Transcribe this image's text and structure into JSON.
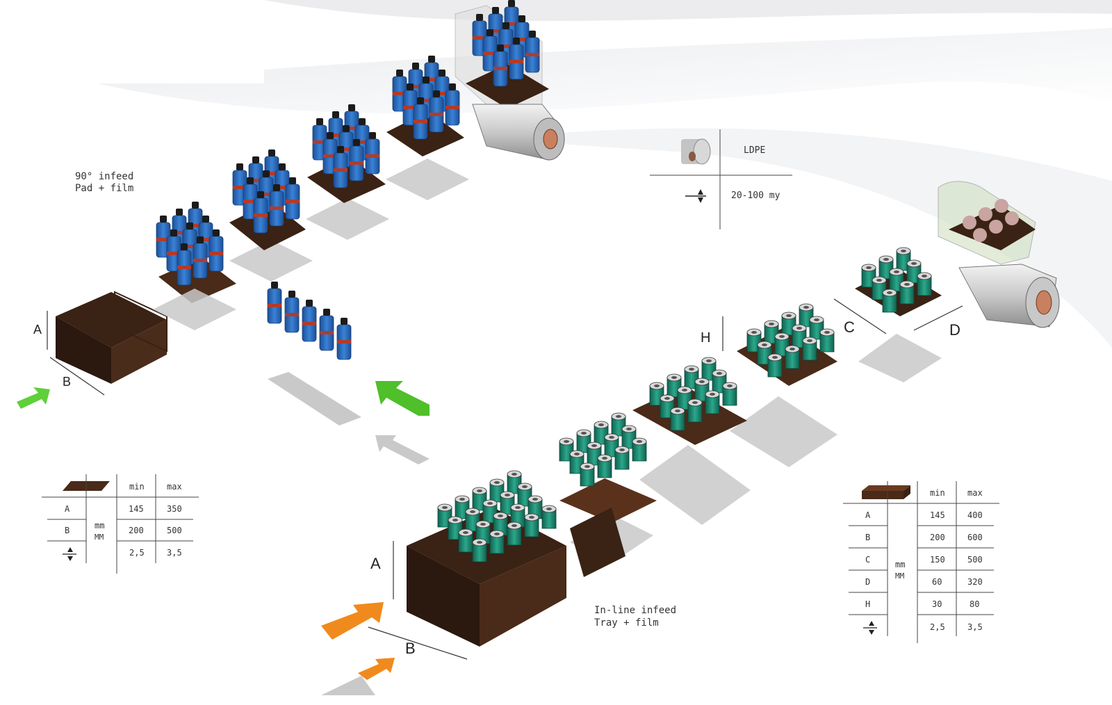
{
  "infeed_90": {
    "title_line1": "90° infeed",
    "title_line2": "Pad + film",
    "dim_a": "A",
    "dim_b": "B"
  },
  "infeed_inline": {
    "title_line1": "In-line infeed",
    "title_line2": "Tray + film",
    "dim_a": "A",
    "dim_b": "B",
    "dim_c": "C",
    "dim_d": "D",
    "dim_h": "H"
  },
  "film_spec": {
    "material": "LDPE",
    "thickness": "20-100 my"
  },
  "pad_table": {
    "headers": [
      "min",
      "max"
    ],
    "unit_line1": "mm",
    "unit_line2": "MM",
    "rows": [
      {
        "label": "A",
        "min": "145",
        "max": "350"
      },
      {
        "label": "B",
        "min": "200",
        "max": "500"
      },
      {
        "label": "",
        "min": "2,5",
        "max": "3,5"
      }
    ]
  },
  "tray_table": {
    "headers": [
      "min",
      "max"
    ],
    "unit_line1": "mm",
    "unit_line2": "MM",
    "rows": [
      {
        "label": "A",
        "min": "145",
        "max": "400"
      },
      {
        "label": "B",
        "min": "200",
        "max": "600"
      },
      {
        "label": "C",
        "min": "150",
        "max": "500"
      },
      {
        "label": "D",
        "min": "60",
        "max": "320"
      },
      {
        "label": "H",
        "min": "30",
        "max": "80"
      },
      {
        "label": "",
        "min": "2,5",
        "max": "3,5"
      }
    ]
  },
  "colors": {
    "bottle": "#2f6fc0",
    "can": "#1e8a73",
    "cardboard": "#4a2a18",
    "arrow_green": "#5fcf3a",
    "arrow_orange": "#f08a1c"
  }
}
